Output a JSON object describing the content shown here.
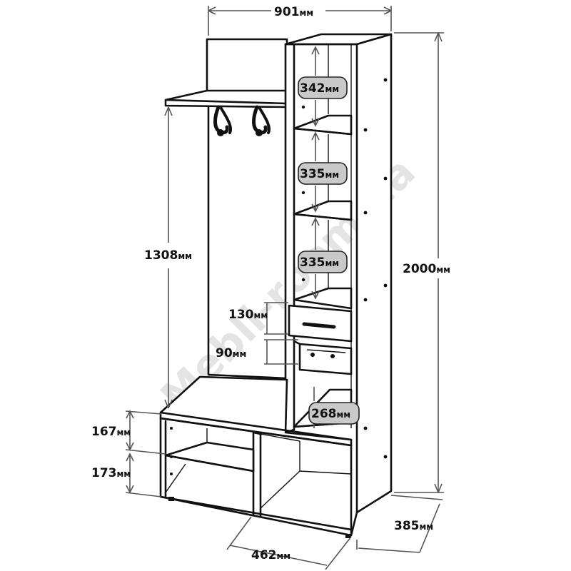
{
  "watermark": "Mebli-room.ua",
  "dimensions": {
    "total_width": {
      "value": "901",
      "unit": "мм"
    },
    "total_height": {
      "value": "2000",
      "unit": "мм"
    },
    "depth": {
      "value": "385",
      "unit": "мм"
    },
    "bench_width": {
      "value": "462",
      "unit": "мм"
    },
    "coat_area_height": {
      "value": "1308",
      "unit": "мм"
    },
    "shelf_1": {
      "value": "342",
      "unit": "мм"
    },
    "shelf_2": {
      "value": "335",
      "unit": "мм"
    },
    "shelf_3": {
      "value": "335",
      "unit": "мм"
    },
    "drawer_upper": {
      "value": "130",
      "unit": "мм"
    },
    "drawer_lower": {
      "value": "90",
      "unit": "мм"
    },
    "bottom_niche": {
      "value": "268",
      "unit": "мм"
    },
    "bench_upper_shelf": {
      "value": "167",
      "unit": "мм"
    },
    "bench_lower_shelf": {
      "value": "173",
      "unit": "мм"
    }
  }
}
